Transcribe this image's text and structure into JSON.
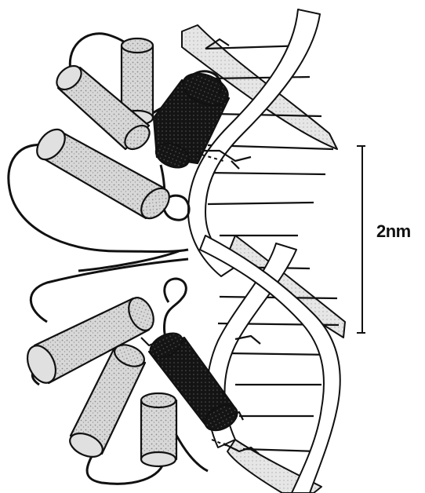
{
  "figure": {
    "scale_bar_label": "2nm",
    "colors": {
      "helix_fill": "#d4d4d4",
      "recognition_helix_fill": "#1a1a1a",
      "dna_backbone_fill": "#ffffff",
      "dna_groove_shade": "#cfcfcf",
      "outline": "#111111"
    },
    "icons": [
      "protein-dimer",
      "dna-double-helix",
      "scale-bar"
    ]
  }
}
